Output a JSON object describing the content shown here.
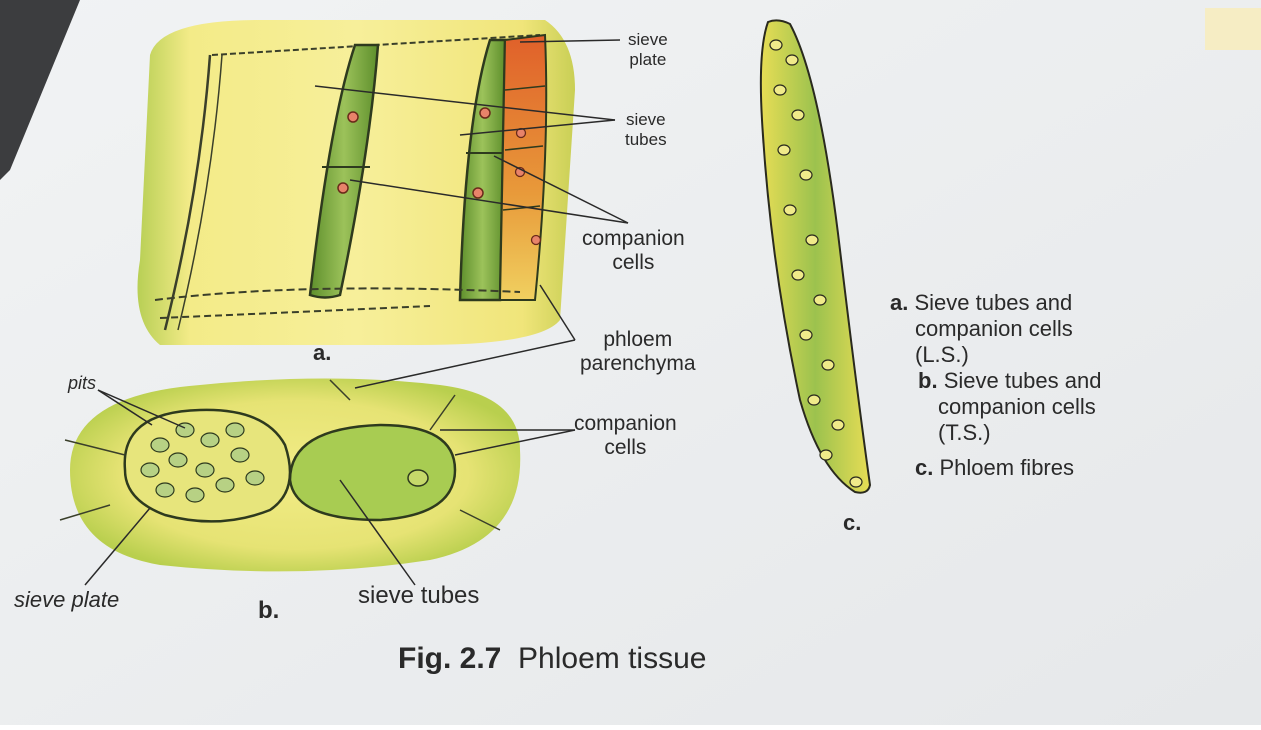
{
  "figure": {
    "caption_number": "Fig. 2.7",
    "caption_title": "Phloem tissue"
  },
  "panel_a": {
    "letter": "a.",
    "labels": {
      "sieve_plate_1": "sieve",
      "sieve_plate_2": "plate",
      "sieve_tubes_1": "sieve",
      "sieve_tubes_2": "tubes",
      "companion_cells_1": "companion",
      "companion_cells_2": "cells",
      "phloem_parenchyma_1": "phloem",
      "phloem_parenchyma_2": "parenchyma"
    }
  },
  "panel_b": {
    "letter": "b.",
    "labels": {
      "pits": "pits",
      "companion_cells_1": "companion",
      "companion_cells_2": "cells",
      "sieve_plate": "sieve plate",
      "sieve_tubes": "sieve tubes"
    }
  },
  "panel_c": {
    "letter": "c."
  },
  "legend": {
    "a_letter": "a.",
    "a_line1": "Sieve tubes and",
    "a_line2": "companion cells",
    "a_line3": "(L.S.)",
    "b_letter": "b.",
    "b_line1": "Sieve tubes and",
    "b_line2": "companion cells",
    "b_line3": "(T.S.)",
    "c_letter": "c.",
    "c_line1": "Phloem fibres"
  },
  "colors": {
    "page": "#e8eaec",
    "tissue_yellow": "#f2ea7a",
    "tissue_green": "#a8c64a",
    "sieve_tube_green": "#7fae3c",
    "companion_orange": "#e07a2a",
    "outline": "#3a3f2a"
  }
}
